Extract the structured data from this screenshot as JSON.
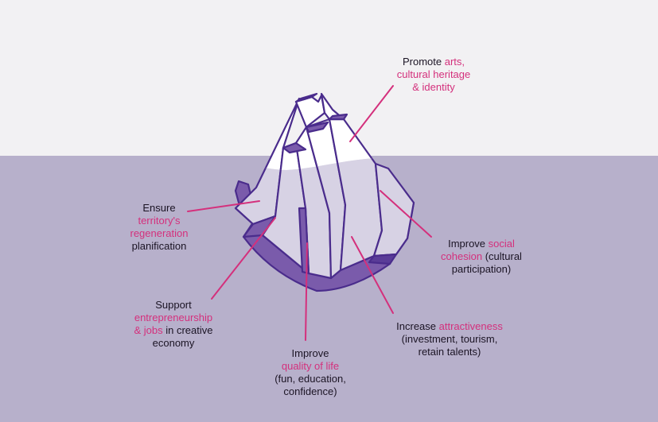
{
  "colors": {
    "sky": "#f2f1f3",
    "water": "#b7b0cb",
    "outline": "#4a2c8c",
    "ice_above": "#ffffff",
    "ice_below": "#d7d2e4",
    "ice_shadow": "#7a5bab",
    "ice_dark": "#5a3c98",
    "leader_line": "#d4307c",
    "text": "#1b1424",
    "highlight": "#d4307c"
  },
  "labels": {
    "promote": {
      "l1_a": "Promote ",
      "l1_b": "arts,",
      "l2": "cultural heritage",
      "l3": "& identity"
    },
    "ensure": {
      "l1": "Ensure",
      "l2": "territory's",
      "l3": "regeneration",
      "l4": "planification"
    },
    "social": {
      "l1_a": "Improve ",
      "l1_b": "social",
      "l2_a": "cohesion",
      "l2_b": " (cultural",
      "l3": "participation)"
    },
    "support": {
      "l1": "Support",
      "l2": "entrepreneurship",
      "l3_a": "& jobs",
      "l3_b": " in creative",
      "l4": "economy"
    },
    "attract": {
      "l1_a": "Increase ",
      "l1_b": "attractiveness",
      "l2": "(investment, tourism,",
      "l3": "retain talents)"
    },
    "quality": {
      "l1": "Improve",
      "l2": "quality of life",
      "l3": "(fun, education,",
      "l4": "confidence)"
    }
  }
}
